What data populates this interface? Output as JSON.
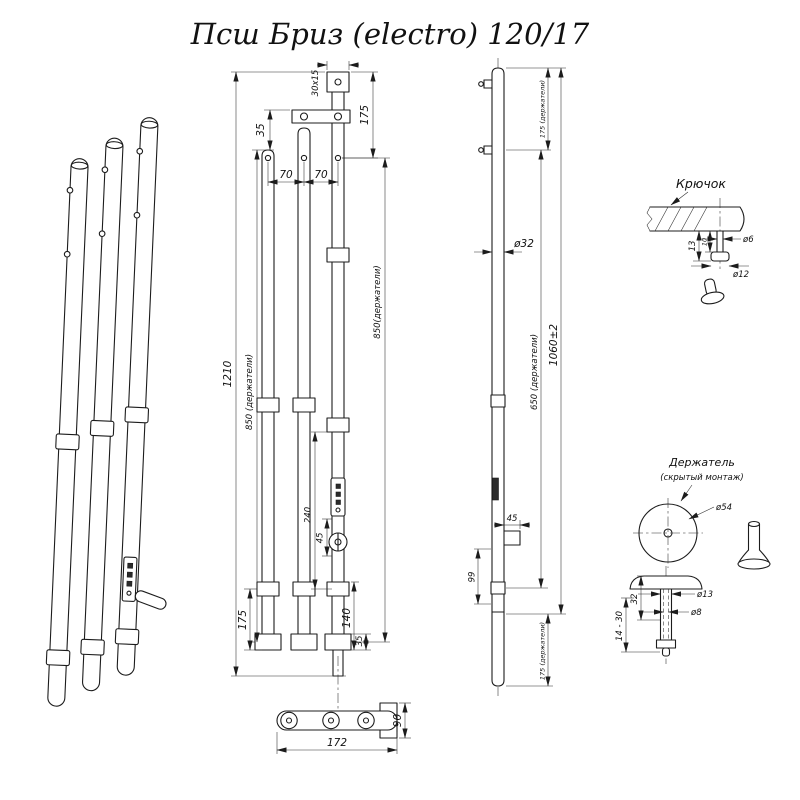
{
  "title": "Псш Бриз (electro) 120/17",
  "front_view": {
    "dim_30x15": "30x15",
    "dim_175_top": "175",
    "dim_35_top": "35",
    "dim_70_left": "70",
    "dim_70_right": "70",
    "dim_1210": "1210",
    "dim_850_left": "850 (держатели)",
    "dim_850_right": "850(держатели)",
    "dim_240": "240",
    "dim_45": "45",
    "dim_175_bottom": "175",
    "dim_140": "140",
    "dim_35_bottom": "35"
  },
  "top_view": {
    "dim_172": "172",
    "dim_90": "90"
  },
  "side_view": {
    "dim_diam32": "ø32",
    "dim_1060": "1060±2",
    "dim_650": "650 (держатели)",
    "dim_175_upper": "175 (держатели)",
    "dim_175_lower": "175 (держатели)",
    "dim_45": "45",
    "dim_99": "99"
  },
  "hook_detail": {
    "label": "Крючок",
    "dim_diam6": "ø6",
    "dim_13": "13",
    "dim_10": "10",
    "dim_diam12": "ø12"
  },
  "holder_detail": {
    "label_line1": "Держатель",
    "label_line2": "(скрытый монтаж)",
    "dim_diam54": "ø54",
    "dim_diam13": "ø13",
    "dim_diam8": "ø8",
    "dim_32": "32",
    "dim_14_30": "14 - 30"
  }
}
